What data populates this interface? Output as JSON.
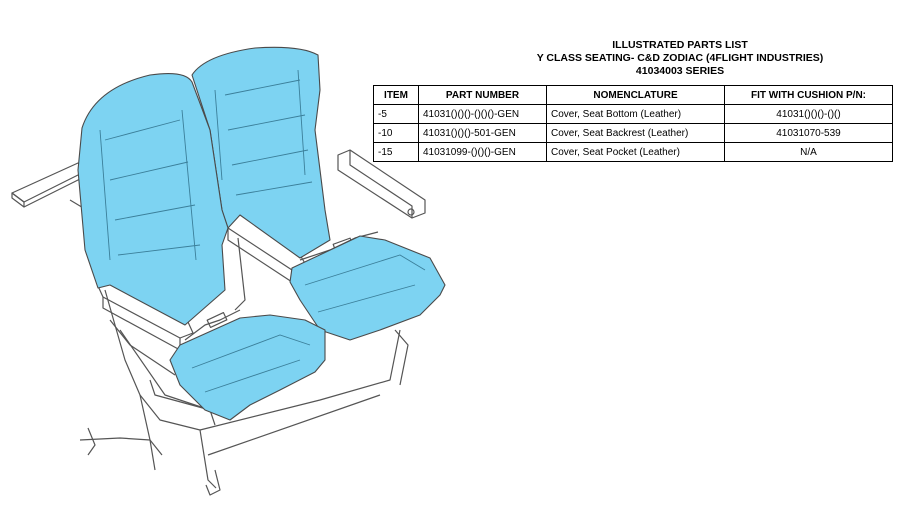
{
  "header": {
    "line1": "ILLUSTRATED PARTS LIST",
    "line2": "Y CLASS SEATING- C&D ZODIAC (4FLIGHT INDUSTRIES)",
    "line3": "41034003  SERIES"
  },
  "table": {
    "columns": [
      "ITEM",
      "PART NUMBER",
      "NOMENCLATURE",
      "FIT WITH CUSHION P/N:"
    ],
    "rows": [
      [
        "-5",
        "41031()()()-()()()-GEN",
        "Cover, Seat Bottom (Leather)",
        "41031()()()-()()"
      ],
      [
        "-10",
        "41031()()()-501-GEN",
        "Cover, Seat Backrest (Leather)",
        "41031070-539"
      ],
      [
        "-15",
        "41031099-()()()-GEN",
        "Cover, Seat Pocket (Leather)",
        "N/A"
      ]
    ]
  },
  "colors": {
    "cover_fill": "#7dd3f2",
    "line": "#555555"
  }
}
